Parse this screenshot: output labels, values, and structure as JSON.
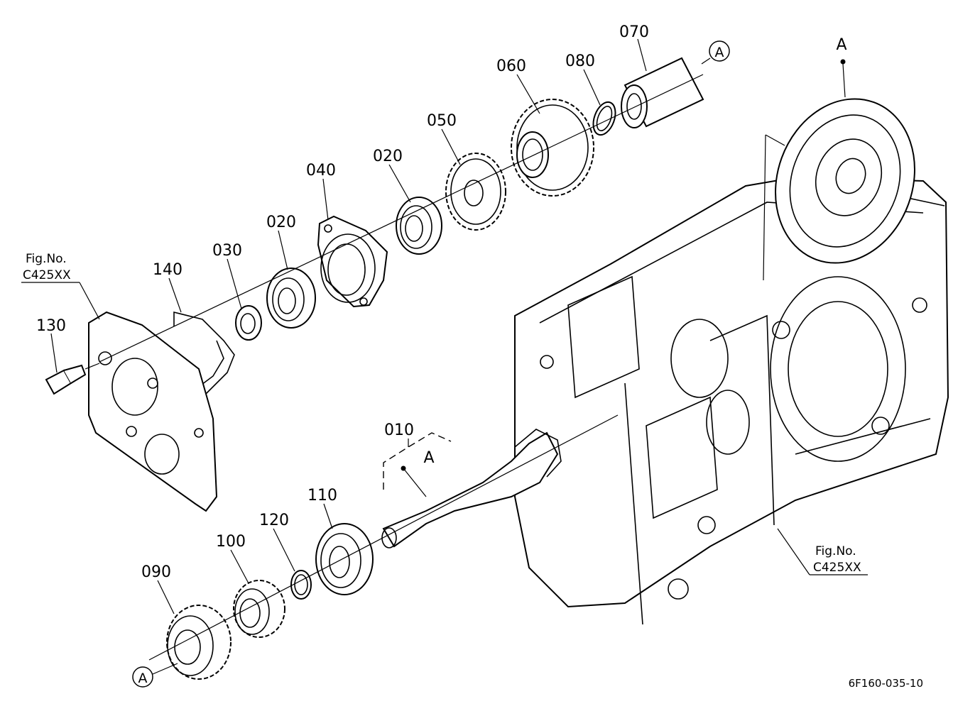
{
  "labels": {
    "p070": "070",
    "p060": "060",
    "p080": "080",
    "p050": "050",
    "p020_upper": "020",
    "p040": "040",
    "p020_lower": "020",
    "p030": "030",
    "p140": "140",
    "p130": "130",
    "p010": "010",
    "p110": "110",
    "p120": "120",
    "p100": "100",
    "p090": "090"
  },
  "markers": {
    "a_top_circle": "A",
    "a_bevel_gear": "A",
    "a_shaft": "A",
    "a_bottom_circle": "A"
  },
  "fig_refs": {
    "left_line1": "Fig.No.",
    "left_line2": "C425XX",
    "right_line1": "Fig.No.",
    "right_line2": "C425XX"
  },
  "drawing_number": "6F160-035-10"
}
